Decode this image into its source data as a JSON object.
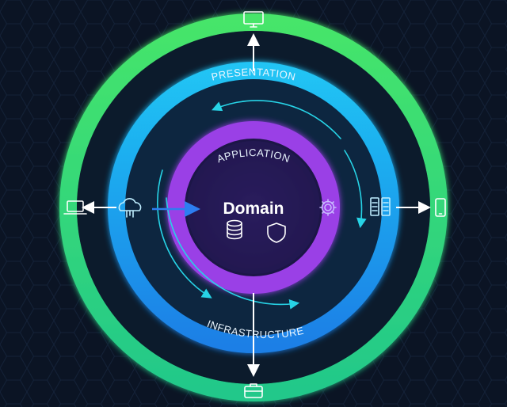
{
  "diagram": {
    "core": {
      "label": "Domain"
    },
    "rings": [
      {
        "label": "APPLICATION"
      },
      {
        "label": "PRESENTATION"
      },
      {
        "label": "INFRASTRUCTURE"
      }
    ]
  },
  "icons": {
    "core": [
      "database-icon",
      "shield-icon"
    ],
    "application": [
      "gear-icon"
    ],
    "middle_ring": [
      "cloud-icon",
      "servers-icon"
    ],
    "outer": [
      "monitor-icon",
      "laptop-icon",
      "mobile-icon",
      "briefcase-icon"
    ]
  },
  "colors": {
    "background": "#0b1424",
    "outer_ring": "#3ee06a",
    "middle_ring": "#1aa8f0",
    "application_ring": "#9a40e6",
    "core": "#2a1b5c"
  }
}
